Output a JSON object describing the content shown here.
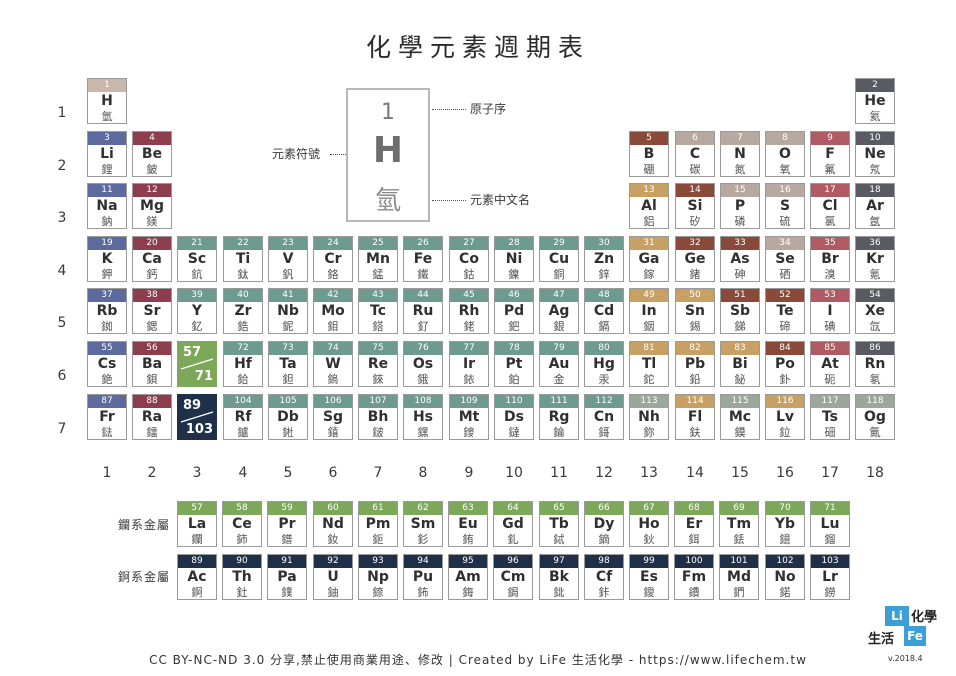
{
  "title": "化學元素週期表",
  "row_labels": [
    "1",
    "2",
    "3",
    "4",
    "5",
    "6",
    "7"
  ],
  "column_labels": [
    "1",
    "2",
    "3",
    "4",
    "5",
    "6",
    "7",
    "8",
    "9",
    "10",
    "11",
    "12",
    "13",
    "14",
    "15",
    "16",
    "17",
    "18"
  ],
  "lanthanide_label": "鑭系金屬",
  "actinide_label": "錒系金屬",
  "legend": {
    "number": "1",
    "symbol": "H",
    "name": "氫",
    "number_label": "原子序",
    "symbol_label": "元素符號",
    "name_label": "元素中文名"
  },
  "series_placeholders": [
    {
      "top": "57",
      "bottom": "71",
      "color": "#7da85a"
    },
    {
      "top": "89",
      "bottom": "103",
      "color": "#1f3049"
    }
  ],
  "colors": {
    "nonmetal": "#c8b8ac",
    "alkali": "#5d6a9d",
    "alkaline": "#8e3d4e",
    "transition": "#6e9b8f",
    "post_transition": "#c9a064",
    "metalloid": "#8a4a3a",
    "reactive_nonmetal": "#b8a9a0",
    "halogen": "#b05a64",
    "noble": "#5a5a62",
    "lanthanide": "#7da85a",
    "actinide": "#1f3049",
    "unknown": "#9aa79a"
  },
  "elements": [
    {
      "n": "1",
      "s": "H",
      "c": "氫",
      "col": 1,
      "row": 1,
      "k": "nonmetal"
    },
    {
      "n": "2",
      "s": "He",
      "c": "氦",
      "col": 18,
      "row": 1,
      "k": "noble"
    },
    {
      "n": "3",
      "s": "Li",
      "c": "鋰",
      "col": 1,
      "row": 2,
      "k": "alkali"
    },
    {
      "n": "4",
      "s": "Be",
      "c": "鈹",
      "col": 2,
      "row": 2,
      "k": "alkaline"
    },
    {
      "n": "5",
      "s": "B",
      "c": "硼",
      "col": 13,
      "row": 2,
      "k": "metalloid"
    },
    {
      "n": "6",
      "s": "C",
      "c": "碳",
      "col": 14,
      "row": 2,
      "k": "reactive_nonmetal"
    },
    {
      "n": "7",
      "s": "N",
      "c": "氮",
      "col": 15,
      "row": 2,
      "k": "reactive_nonmetal"
    },
    {
      "n": "8",
      "s": "O",
      "c": "氧",
      "col": 16,
      "row": 2,
      "k": "reactive_nonmetal"
    },
    {
      "n": "9",
      "s": "F",
      "c": "氟",
      "col": 17,
      "row": 2,
      "k": "halogen"
    },
    {
      "n": "10",
      "s": "Ne",
      "c": "氖",
      "col": 18,
      "row": 2,
      "k": "noble"
    },
    {
      "n": "11",
      "s": "Na",
      "c": "鈉",
      "col": 1,
      "row": 3,
      "k": "alkali"
    },
    {
      "n": "12",
      "s": "Mg",
      "c": "鎂",
      "col": 2,
      "row": 3,
      "k": "alkaline"
    },
    {
      "n": "13",
      "s": "Al",
      "c": "鋁",
      "col": 13,
      "row": 3,
      "k": "post_transition"
    },
    {
      "n": "14",
      "s": "Si",
      "c": "矽",
      "col": 14,
      "row": 3,
      "k": "metalloid"
    },
    {
      "n": "15",
      "s": "P",
      "c": "磷",
      "col": 15,
      "row": 3,
      "k": "reactive_nonmetal"
    },
    {
      "n": "16",
      "s": "S",
      "c": "硫",
      "col": 16,
      "row": 3,
      "k": "reactive_nonmetal"
    },
    {
      "n": "17",
      "s": "Cl",
      "c": "氯",
      "col": 17,
      "row": 3,
      "k": "halogen"
    },
    {
      "n": "18",
      "s": "Ar",
      "c": "氬",
      "col": 18,
      "row": 3,
      "k": "noble"
    },
    {
      "n": "19",
      "s": "K",
      "c": "鉀",
      "col": 1,
      "row": 4,
      "k": "alkali"
    },
    {
      "n": "20",
      "s": "Ca",
      "c": "鈣",
      "col": 2,
      "row": 4,
      "k": "alkaline"
    },
    {
      "n": "21",
      "s": "Sc",
      "c": "鈧",
      "col": 3,
      "row": 4,
      "k": "transition"
    },
    {
      "n": "22",
      "s": "Ti",
      "c": "鈦",
      "col": 4,
      "row": 4,
      "k": "transition"
    },
    {
      "n": "23",
      "s": "V",
      "c": "釩",
      "col": 5,
      "row": 4,
      "k": "transition"
    },
    {
      "n": "24",
      "s": "Cr",
      "c": "鉻",
      "col": 6,
      "row": 4,
      "k": "transition"
    },
    {
      "n": "25",
      "s": "Mn",
      "c": "錳",
      "col": 7,
      "row": 4,
      "k": "transition"
    },
    {
      "n": "26",
      "s": "Fe",
      "c": "鐵",
      "col": 8,
      "row": 4,
      "k": "transition"
    },
    {
      "n": "27",
      "s": "Co",
      "c": "鈷",
      "col": 9,
      "row": 4,
      "k": "transition"
    },
    {
      "n": "28",
      "s": "Ni",
      "c": "鎳",
      "col": 10,
      "row": 4,
      "k": "transition"
    },
    {
      "n": "29",
      "s": "Cu",
      "c": "銅",
      "col": 11,
      "row": 4,
      "k": "transition"
    },
    {
      "n": "30",
      "s": "Zn",
      "c": "鋅",
      "col": 12,
      "row": 4,
      "k": "transition"
    },
    {
      "n": "31",
      "s": "Ga",
      "c": "鎵",
      "col": 13,
      "row": 4,
      "k": "post_transition"
    },
    {
      "n": "32",
      "s": "Ge",
      "c": "鍺",
      "col": 14,
      "row": 4,
      "k": "metalloid"
    },
    {
      "n": "33",
      "s": "As",
      "c": "砷",
      "col": 15,
      "row": 4,
      "k": "metalloid"
    },
    {
      "n": "34",
      "s": "Se",
      "c": "硒",
      "col": 16,
      "row": 4,
      "k": "reactive_nonmetal"
    },
    {
      "n": "35",
      "s": "Br",
      "c": "溴",
      "col": 17,
      "row": 4,
      "k": "halogen"
    },
    {
      "n": "36",
      "s": "Kr",
      "c": "氪",
      "col": 18,
      "row": 4,
      "k": "noble"
    },
    {
      "n": "37",
      "s": "Rb",
      "c": "銣",
      "col": 1,
      "row": 5,
      "k": "alkali"
    },
    {
      "n": "38",
      "s": "Sr",
      "c": "鍶",
      "col": 2,
      "row": 5,
      "k": "alkaline"
    },
    {
      "n": "39",
      "s": "Y",
      "c": "釔",
      "col": 3,
      "row": 5,
      "k": "transition"
    },
    {
      "n": "40",
      "s": "Zr",
      "c": "鋯",
      "col": 4,
      "row": 5,
      "k": "transition"
    },
    {
      "n": "41",
      "s": "Nb",
      "c": "鈮",
      "col": 5,
      "row": 5,
      "k": "transition"
    },
    {
      "n": "42",
      "s": "Mo",
      "c": "鉬",
      "col": 6,
      "row": 5,
      "k": "transition"
    },
    {
      "n": "43",
      "s": "Tc",
      "c": "鎝",
      "col": 7,
      "row": 5,
      "k": "transition"
    },
    {
      "n": "44",
      "s": "Ru",
      "c": "釕",
      "col": 8,
      "row": 5,
      "k": "transition"
    },
    {
      "n": "45",
      "s": "Rh",
      "c": "銠",
      "col": 9,
      "row": 5,
      "k": "transition"
    },
    {
      "n": "46",
      "s": "Pd",
      "c": "鈀",
      "col": 10,
      "row": 5,
      "k": "transition"
    },
    {
      "n": "47",
      "s": "Ag",
      "c": "銀",
      "col": 11,
      "row": 5,
      "k": "transition"
    },
    {
      "n": "48",
      "s": "Cd",
      "c": "鎘",
      "col": 12,
      "row": 5,
      "k": "transition"
    },
    {
      "n": "49",
      "s": "In",
      "c": "銦",
      "col": 13,
      "row": 5,
      "k": "post_transition"
    },
    {
      "n": "50",
      "s": "Sn",
      "c": "錫",
      "col": 14,
      "row": 5,
      "k": "post_transition"
    },
    {
      "n": "51",
      "s": "Sb",
      "c": "銻",
      "col": 15,
      "row": 5,
      "k": "metalloid"
    },
    {
      "n": "52",
      "s": "Te",
      "c": "碲",
      "col": 16,
      "row": 5,
      "k": "metalloid"
    },
    {
      "n": "53",
      "s": "I",
      "c": "碘",
      "col": 17,
      "row": 5,
      "k": "halogen"
    },
    {
      "n": "54",
      "s": "Xe",
      "c": "氙",
      "col": 18,
      "row": 5,
      "k": "noble"
    },
    {
      "n": "55",
      "s": "Cs",
      "c": "銫",
      "col": 1,
      "row": 6,
      "k": "alkali"
    },
    {
      "n": "56",
      "s": "Ba",
      "c": "鋇",
      "col": 2,
      "row": 6,
      "k": "alkaline"
    },
    {
      "n": "72",
      "s": "Hf",
      "c": "鉿",
      "col": 4,
      "row": 6,
      "k": "transition"
    },
    {
      "n": "73",
      "s": "Ta",
      "c": "鉭",
      "col": 5,
      "row": 6,
      "k": "transition"
    },
    {
      "n": "74",
      "s": "W",
      "c": "鎢",
      "col": 6,
      "row": 6,
      "k": "transition"
    },
    {
      "n": "75",
      "s": "Re",
      "c": "錸",
      "col": 7,
      "row": 6,
      "k": "transition"
    },
    {
      "n": "76",
      "s": "Os",
      "c": "鋨",
      "col": 8,
      "row": 6,
      "k": "transition"
    },
    {
      "n": "77",
      "s": "Ir",
      "c": "銥",
      "col": 9,
      "row": 6,
      "k": "transition"
    },
    {
      "n": "78",
      "s": "Pt",
      "c": "鉑",
      "col": 10,
      "row": 6,
      "k": "transition"
    },
    {
      "n": "79",
      "s": "Au",
      "c": "金",
      "col": 11,
      "row": 6,
      "k": "transition"
    },
    {
      "n": "80",
      "s": "Hg",
      "c": "汞",
      "col": 12,
      "row": 6,
      "k": "transition"
    },
    {
      "n": "81",
      "s": "Tl",
      "c": "鉈",
      "col": 13,
      "row": 6,
      "k": "post_transition"
    },
    {
      "n": "82",
      "s": "Pb",
      "c": "鉛",
      "col": 14,
      "row": 6,
      "k": "post_transition"
    },
    {
      "n": "83",
      "s": "Bi",
      "c": "鉍",
      "col": 15,
      "row": 6,
      "k": "post_transition"
    },
    {
      "n": "84",
      "s": "Po",
      "c": "釙",
      "col": 16,
      "row": 6,
      "k": "metalloid"
    },
    {
      "n": "85",
      "s": "At",
      "c": "砈",
      "col": 17,
      "row": 6,
      "k": "halogen"
    },
    {
      "n": "86",
      "s": "Rn",
      "c": "氡",
      "col": 18,
      "row": 6,
      "k": "noble"
    },
    {
      "n": "87",
      "s": "Fr",
      "c": "鍅",
      "col": 1,
      "row": 7,
      "k": "alkali"
    },
    {
      "n": "88",
      "s": "Ra",
      "c": "鐳",
      "col": 2,
      "row": 7,
      "k": "alkaline"
    },
    {
      "n": "104",
      "s": "Rf",
      "c": "鑪",
      "col": 4,
      "row": 7,
      "k": "transition"
    },
    {
      "n": "105",
      "s": "Db",
      "c": "𨧀",
      "col": 5,
      "row": 7,
      "k": "transition"
    },
    {
      "n": "106",
      "s": "Sg",
      "c": "𨭎",
      "col": 6,
      "row": 7,
      "k": "transition"
    },
    {
      "n": "107",
      "s": "Bh",
      "c": "𨨏",
      "col": 7,
      "row": 7,
      "k": "transition"
    },
    {
      "n": "108",
      "s": "Hs",
      "c": "𨭆",
      "col": 8,
      "row": 7,
      "k": "transition"
    },
    {
      "n": "109",
      "s": "Mt",
      "c": "䥑",
      "col": 9,
      "row": 7,
      "k": "transition"
    },
    {
      "n": "110",
      "s": "Ds",
      "c": "鐽",
      "col": 10,
      "row": 7,
      "k": "transition"
    },
    {
      "n": "111",
      "s": "Rg",
      "c": "錀",
      "col": 11,
      "row": 7,
      "k": "transition"
    },
    {
      "n": "112",
      "s": "Cn",
      "c": "鎶",
      "col": 12,
      "row": 7,
      "k": "transition"
    },
    {
      "n": "113",
      "s": "Nh",
      "c": "鉨",
      "col": 13,
      "row": 7,
      "k": "unknown"
    },
    {
      "n": "114",
      "s": "Fl",
      "c": "鈇",
      "col": 14,
      "row": 7,
      "k": "post_transition"
    },
    {
      "n": "115",
      "s": "Mc",
      "c": "鏌",
      "col": 15,
      "row": 7,
      "k": "unknown"
    },
    {
      "n": "116",
      "s": "Lv",
      "c": "鉝",
      "col": 16,
      "row": 7,
      "k": "post_transition"
    },
    {
      "n": "117",
      "s": "Ts",
      "c": "鿬",
      "col": 17,
      "row": 7,
      "k": "unknown"
    },
    {
      "n": "118",
      "s": "Og",
      "c": "鿫",
      "col": 18,
      "row": 7,
      "k": "unknown"
    }
  ],
  "lanthanides": [
    {
      "n": "57",
      "s": "La",
      "c": "鑭"
    },
    {
      "n": "58",
      "s": "Ce",
      "c": "鈰"
    },
    {
      "n": "59",
      "s": "Pr",
      "c": "鐠"
    },
    {
      "n": "60",
      "s": "Nd",
      "c": "釹"
    },
    {
      "n": "61",
      "s": "Pm",
      "c": "鉕"
    },
    {
      "n": "62",
      "s": "Sm",
      "c": "釤"
    },
    {
      "n": "63",
      "s": "Eu",
      "c": "銪"
    },
    {
      "n": "64",
      "s": "Gd",
      "c": "釓"
    },
    {
      "n": "65",
      "s": "Tb",
      "c": "鋱"
    },
    {
      "n": "66",
      "s": "Dy",
      "c": "鏑"
    },
    {
      "n": "67",
      "s": "Ho",
      "c": "鈥"
    },
    {
      "n": "68",
      "s": "Er",
      "c": "鉺"
    },
    {
      "n": "69",
      "s": "Tm",
      "c": "銩"
    },
    {
      "n": "70",
      "s": "Yb",
      "c": "鐿"
    },
    {
      "n": "71",
      "s": "Lu",
      "c": "鎦"
    }
  ],
  "actinides": [
    {
      "n": "89",
      "s": "Ac",
      "c": "錒"
    },
    {
      "n": "90",
      "s": "Th",
      "c": "釷"
    },
    {
      "n": "91",
      "s": "Pa",
      "c": "鏷"
    },
    {
      "n": "92",
      "s": "U",
      "c": "鈾"
    },
    {
      "n": "93",
      "s": "Np",
      "c": "錼"
    },
    {
      "n": "94",
      "s": "Pu",
      "c": "鈽"
    },
    {
      "n": "95",
      "s": "Am",
      "c": "鋂"
    },
    {
      "n": "96",
      "s": "Cm",
      "c": "鋦"
    },
    {
      "n": "97",
      "s": "Bk",
      "c": "鉳"
    },
    {
      "n": "98",
      "s": "Cf",
      "c": "鉲"
    },
    {
      "n": "99",
      "s": "Es",
      "c": "鑀"
    },
    {
      "n": "100",
      "s": "Fm",
      "c": "鐨"
    },
    {
      "n": "101",
      "s": "Md",
      "c": "鍆"
    },
    {
      "n": "102",
      "s": "No",
      "c": "鍩"
    },
    {
      "n": "103",
      "s": "Lr",
      "c": "鐒"
    }
  ],
  "footer": "CC BY-NC-ND 3.0 分享,禁止使用商業用途、修改 | Created by LiFe 生活化學 - https://www.lifechem.tw",
  "logo": {
    "li": "Li",
    "fe": "Fe",
    "chem": "化學",
    "life": "生活",
    "version": "v.2018.4"
  }
}
